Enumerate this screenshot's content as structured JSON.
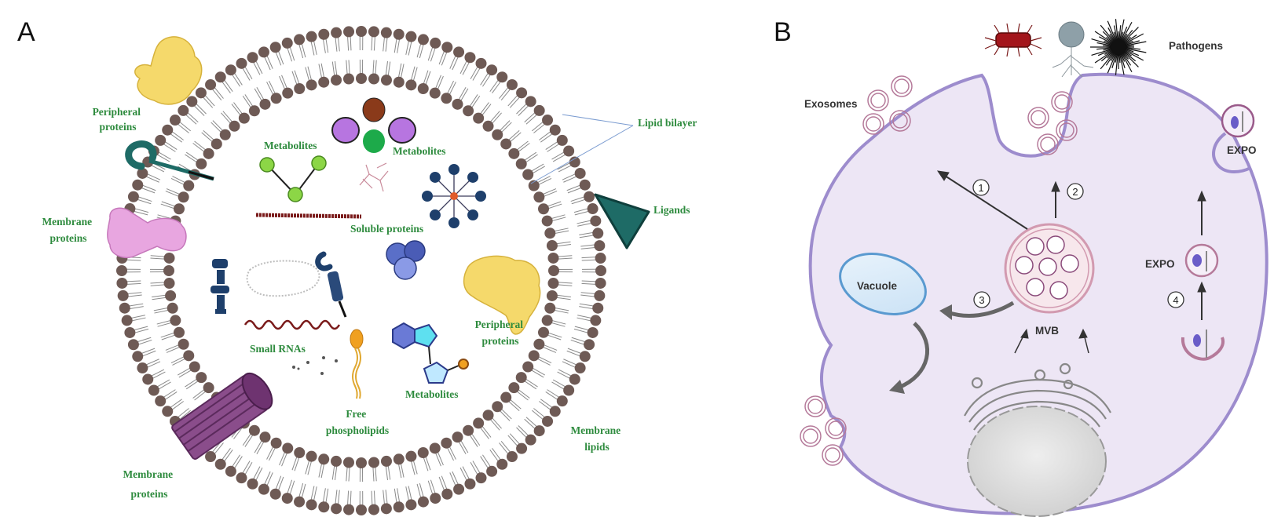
{
  "panels": {
    "a": {
      "letter": "A",
      "labels": {
        "peripheral_top": [
          "Peripheral",
          "proteins"
        ],
        "lipid_bilayer": "Lipid bilayer",
        "metabolites_left": "Metabolites",
        "metabolites_top": "Metabolites",
        "membrane_left": [
          "Membrane",
          "proteins"
        ],
        "ligands": "Ligands",
        "soluble_proteins": "Soluble proteins",
        "peripheral_right": [
          "Peripheral",
          "proteins"
        ],
        "small_rnas": "Small RNAs",
        "free_phospholipids": [
          "Free",
          "phospholipids"
        ],
        "metabolites_bottom": "Metabolites",
        "membrane_lipids": [
          "Membrane",
          "lipids"
        ],
        "membrane_bottom": [
          "Membrane",
          "proteins"
        ]
      }
    },
    "b": {
      "letter": "B",
      "labels": {
        "pathogens": "Pathogens",
        "exosomes": "Exosomes",
        "expo_top": "EXPO",
        "expo_mid": "EXPO",
        "vacuole": "Vacuole",
        "mvb": "MVB"
      },
      "steps": [
        "1",
        "2",
        "3",
        "4"
      ]
    }
  },
  "colors": {
    "label_green": "#2e8b3e",
    "lipid_head": "#6e5a55",
    "cell_fill": "#ede6f5",
    "cell_stroke": "#9d8ccd",
    "vesicle": "#b57a9a",
    "vacuole": "#5a9ad0",
    "ligand": "#1e6b66"
  }
}
